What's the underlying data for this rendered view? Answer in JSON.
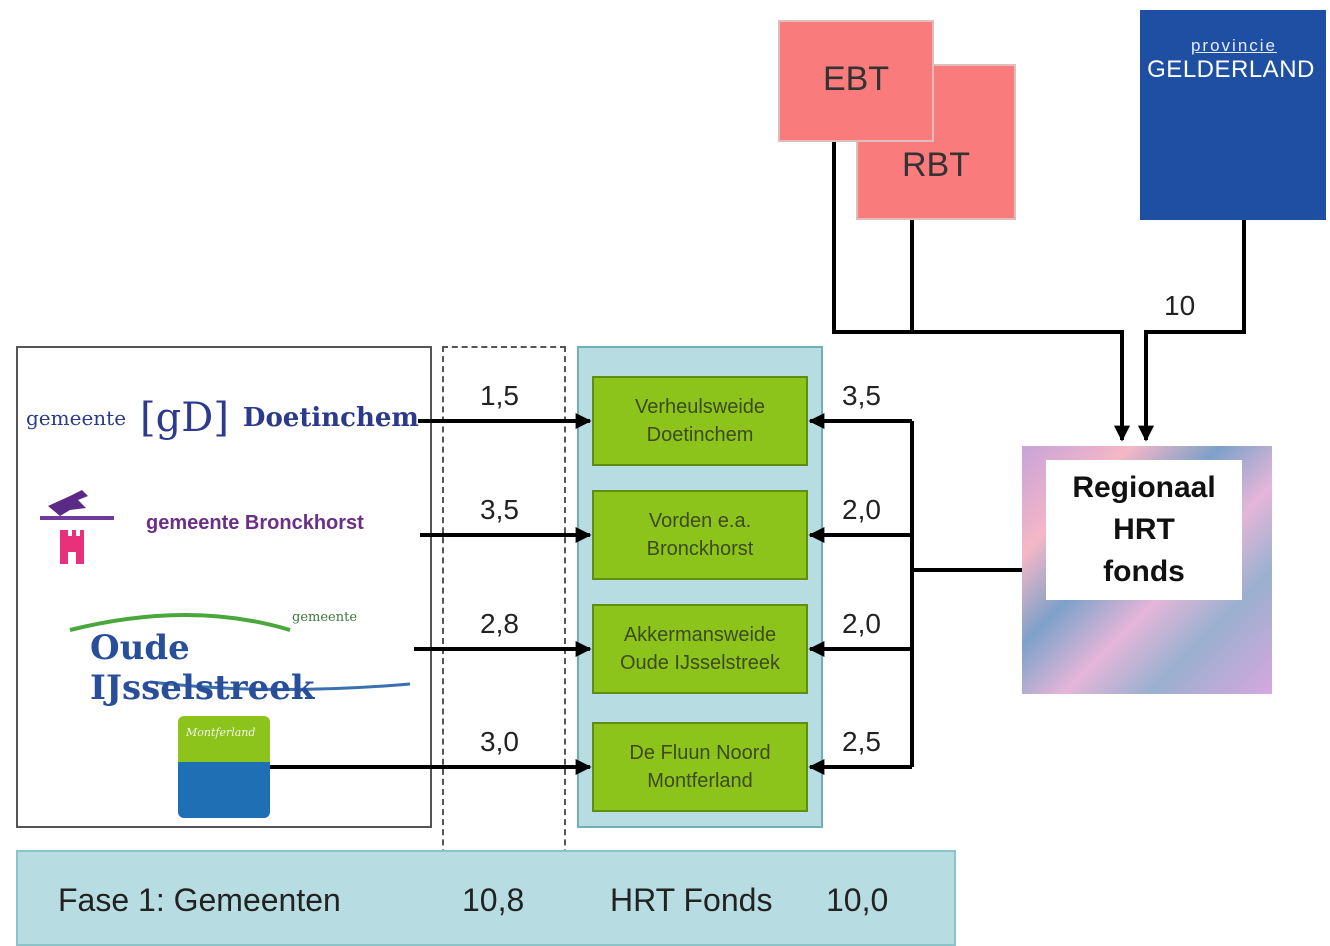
{
  "funders": {
    "ebt": "EBT",
    "rbt": "RBT",
    "province_small": "provincie",
    "province_name": "GELDERLAND",
    "province_amount": "10"
  },
  "fund": {
    "line1": "Regionaal",
    "line2": "HRT",
    "line3": "fonds"
  },
  "municipalities": [
    {
      "prefix": "gemeente",
      "mark": "[gD]",
      "name": "Doetinchem"
    },
    {
      "name": "gemeente Bronckhorst"
    },
    {
      "prefix": "gemeente",
      "name": "Oude IJsselstreek"
    },
    {
      "script": "Montferland"
    }
  ],
  "projects": [
    {
      "line1": "Verheulsweide",
      "line2": "Doetinchem",
      "municipal_amount": "1,5",
      "fund_amount": "3,5"
    },
    {
      "line1": "Vorden e.a.",
      "line2": "Bronckhorst",
      "municipal_amount": "3,5",
      "fund_amount": "2,0"
    },
    {
      "line1": "Akkermansweide",
      "line2": "Oude IJsselstreek",
      "municipal_amount": "2,8",
      "fund_amount": "2,0"
    },
    {
      "line1": "De Fluun Noord",
      "line2": "Montferland",
      "municipal_amount": "3,0",
      "fund_amount": "2,5"
    }
  ],
  "footer": {
    "phase": "Fase 1: Gemeenten",
    "municipal_total": "10,8",
    "fund_label": "HRT Fonds",
    "fund_total": "10,0"
  },
  "colors": {
    "funder_box": "#f97b7b",
    "province_box": "#1f4fa3",
    "panel": "#b7dde2",
    "project_box": "#8cc41c"
  }
}
